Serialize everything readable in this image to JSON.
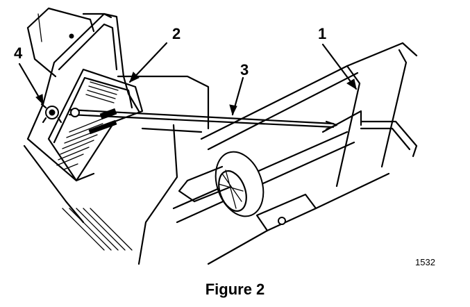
{
  "callouts": {
    "one": "1",
    "two": "2",
    "three": "3",
    "four": "4"
  },
  "figure_number": "1532",
  "caption": "Figure 2",
  "colors": {
    "ink": "#000000",
    "paper": "#ffffff"
  }
}
